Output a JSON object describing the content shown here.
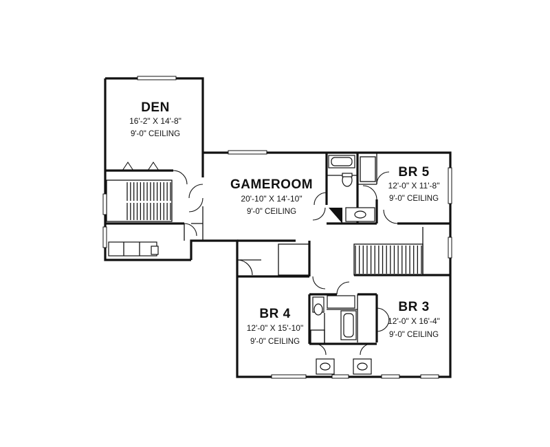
{
  "rooms": {
    "den": {
      "name": "DEN",
      "size": "16'-2\" X 14'-8\"",
      "ceiling": "9'-0\" CEILING"
    },
    "gameroom": {
      "name": "GAMEROOM",
      "size": "20'-10\" X 14'-10\"",
      "ceiling": "9'-0\" CEILING"
    },
    "br5": {
      "name": "BR 5",
      "size": "12'-0\" X 11'-8\"",
      "ceiling": "9'-0\" CEILING"
    },
    "br4": {
      "name": "BR 4",
      "size": "12'-0\" X 15'-10\"",
      "ceiling": "9'-0\" CEILING"
    },
    "br3": {
      "name": "BR 3",
      "size": "12'-0\" X 16'-4\"",
      "ceiling": "9'-0\" CEILING"
    }
  }
}
